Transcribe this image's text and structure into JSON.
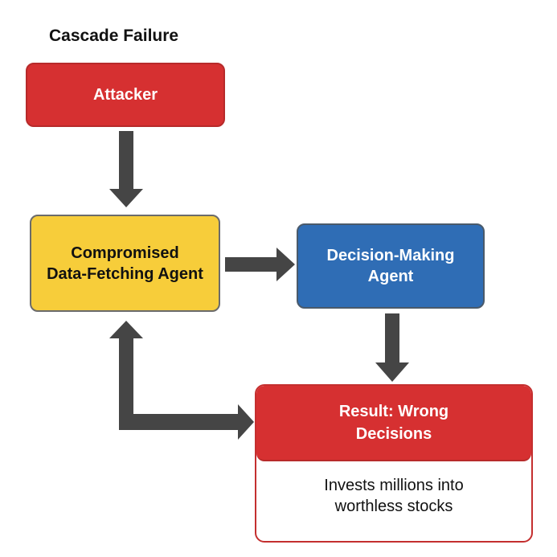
{
  "title": "Cascade Failure",
  "nodes": {
    "attacker": {
      "label": "Attacker",
      "color": "#d63031"
    },
    "compromised_agent": {
      "line1": "Compromised",
      "line2": "Data-Fetching Agent",
      "color": "#f7cd3a"
    },
    "decision_agent": {
      "line1": "Decision-Making",
      "line2": "Agent",
      "color": "#2f6db5"
    },
    "result": {
      "heading_line1": "Result: Wrong",
      "heading_line2": "Decisions",
      "description_line1": "Invests millions into",
      "description_line2": "worthless stocks",
      "color": "#d63031"
    }
  },
  "edges": [
    {
      "from": "attacker",
      "to": "compromised_agent"
    },
    {
      "from": "compromised_agent",
      "to": "decision_agent"
    },
    {
      "from": "decision_agent",
      "to": "result"
    },
    {
      "from": "result",
      "to": "compromised_agent",
      "bidirectional": true
    }
  ],
  "arrow_color": "#454545"
}
